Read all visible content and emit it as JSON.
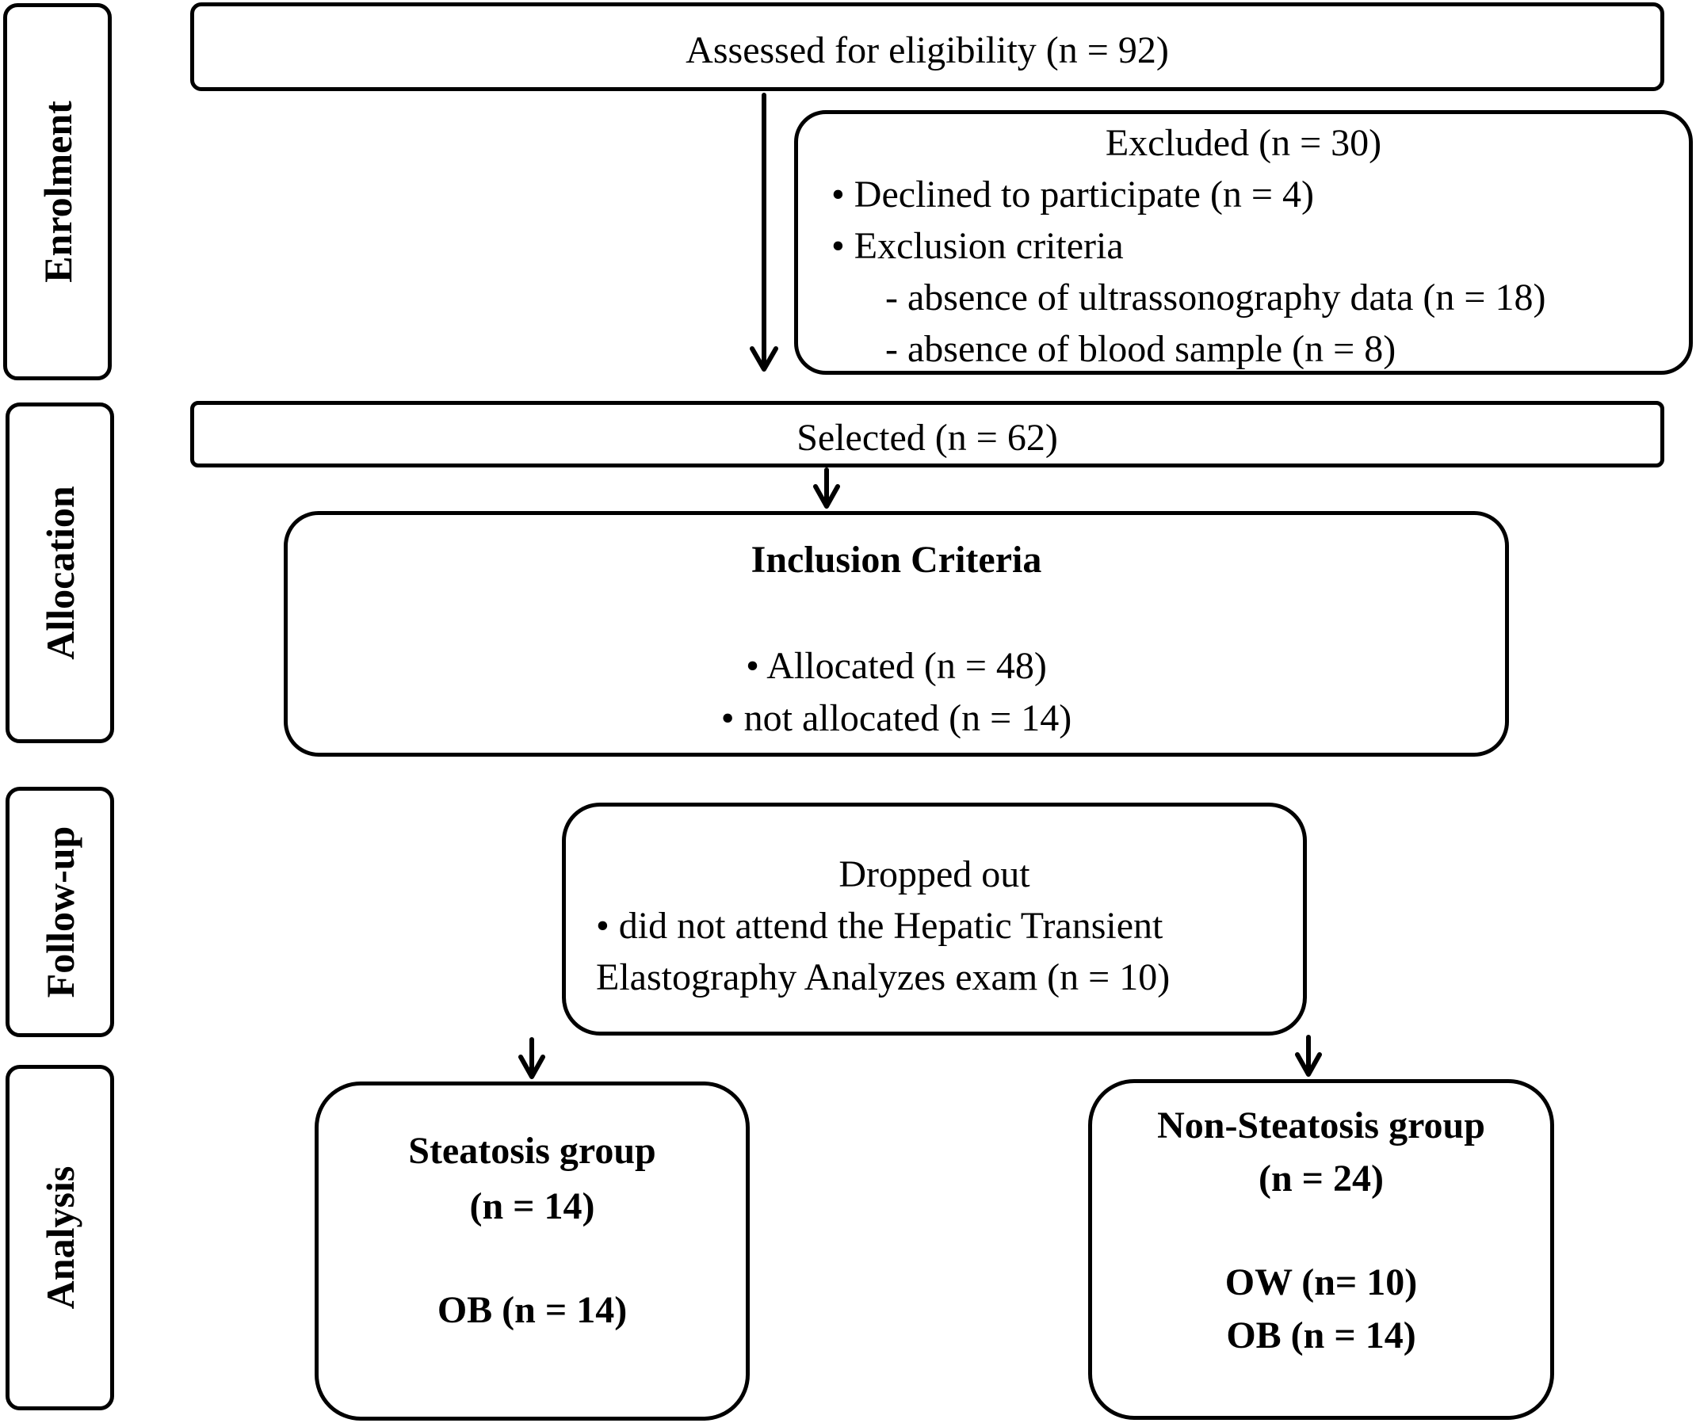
{
  "stages": {
    "enrolment": "Enrolment",
    "allocation": "Allocation",
    "followup": "Follow-up",
    "analysis": "Analysis"
  },
  "assessed": {
    "text": "Assessed for eligibility  (n =  92)"
  },
  "excluded": {
    "title": "Excluded (n = 30)",
    "declined": "• Declined to participate (n = 4)",
    "criteria": "• Exclusion criteria",
    "no_ultrasound": "- absence of ultrassonography data (n = 18)",
    "no_blood": "- absence of blood sample (n = 8)"
  },
  "selected": {
    "text": "Selected (n = 62)"
  },
  "inclusion": {
    "title": "Inclusion  Criteria",
    "allocated": "• Allocated (n = 48)",
    "not_allocated": "• not allocated (n = 14)"
  },
  "dropped": {
    "title": "Dropped out",
    "line1": "• did not attend the Hepatic Transient",
    "line2": "Elastography Analyzes exam (n = 10)"
  },
  "steatosis": {
    "title": "Steatosis group",
    "n": "(n = 14)",
    "ob": "OB (n = 14)"
  },
  "non_steatosis": {
    "title": "Non-Steatosis group",
    "n": "(n = 24)",
    "ow": "OW (n= 10)",
    "ob": "OB (n = 14)"
  }
}
